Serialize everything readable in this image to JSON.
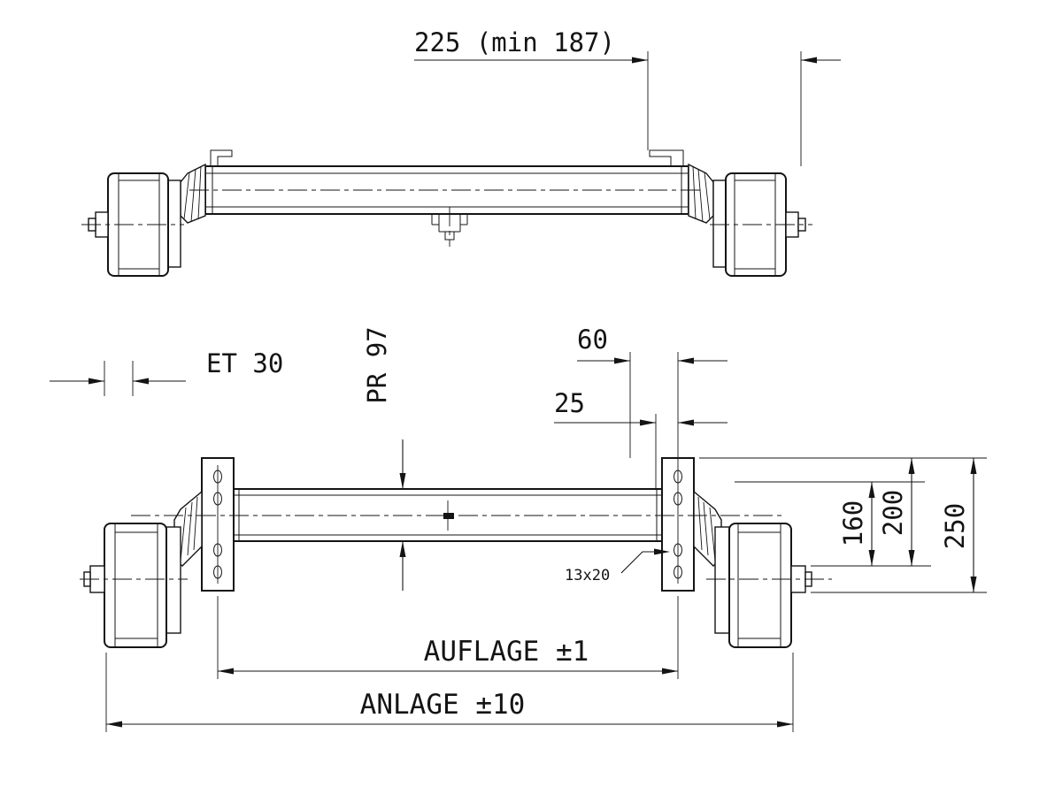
{
  "dimensions": {
    "top_span": "225 (min 187)",
    "offset": "ET 30",
    "profile": "PR 97",
    "d60": "60",
    "d25": "25",
    "slot": "13x20",
    "h160": "160",
    "h200": "200",
    "h250": "250",
    "auflage": "AUFLAGE ±1",
    "anlage": "ANLAGE ±10"
  }
}
